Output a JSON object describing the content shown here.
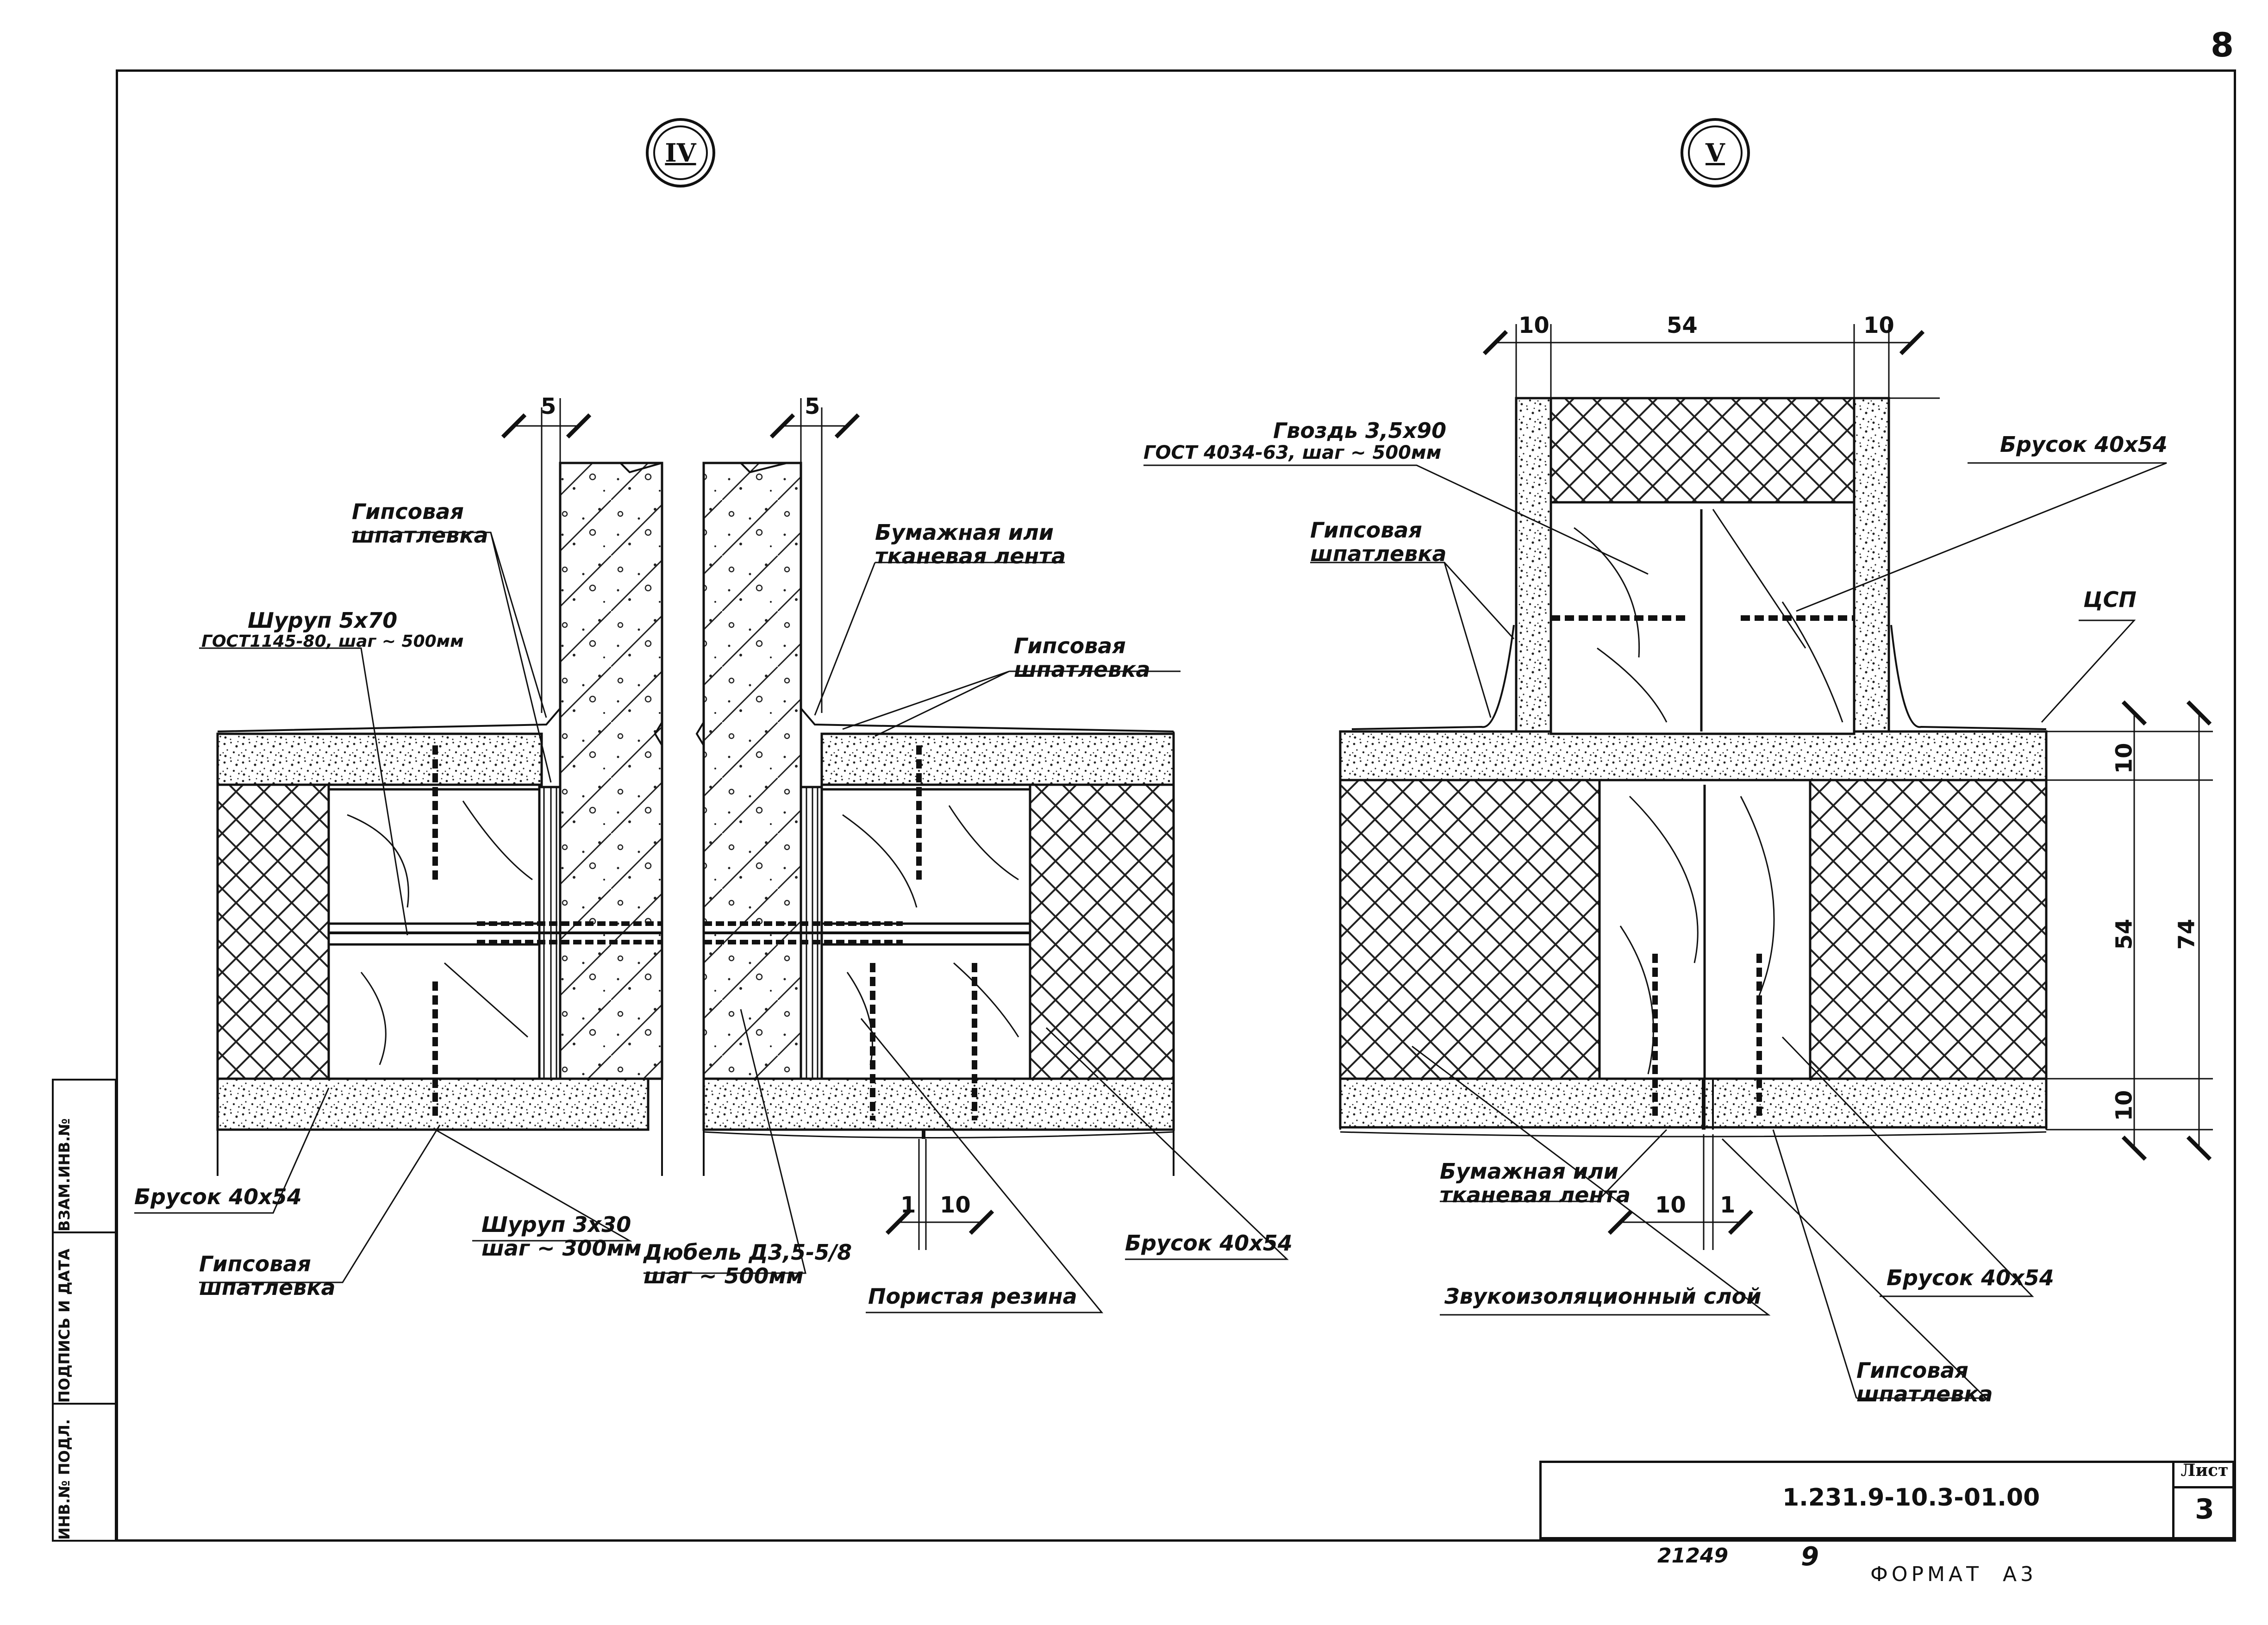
{
  "page_number": "8",
  "details": {
    "iv": {
      "marker": "IV"
    },
    "v": {
      "marker": "V"
    }
  },
  "labels": {
    "gips_left_top": [
      "Гипсовая",
      "шпатлевка"
    ],
    "shurup_570": [
      "Шуруп 5x70",
      "ГОСТ1145-80, шаг ~ 500мм"
    ],
    "brusok_left": "Брусок 40x54",
    "gips_left_bottom": [
      "Гипсовая",
      "шпатлевка"
    ],
    "shurup_330": [
      "Шуруп 3x30",
      "шаг ~ 300мм"
    ],
    "dubel": [
      "Дюбель Д3,5-5/8",
      "шаг ~ 500мм"
    ],
    "lenta_iv": [
      "Бумажная или",
      "тканевая лента"
    ],
    "gips_iv_right": [
      "Гипсовая",
      "шпатлевка"
    ],
    "porous_rubber": "Пористая резина",
    "brusok_iv_right": "Брусок 40x54",
    "gvozd": [
      "Гвоздь 3,5x90",
      "ГОСТ 4034-63, шаг ~ 500мм"
    ],
    "gips_v_top": [
      "Гипсовая",
      "шпатлевка"
    ],
    "brusok_v_top": "Брусок 40x54",
    "tssp": "ЦСП",
    "lenta_v": [
      "Бумажная или",
      "тканевая лента"
    ],
    "sound_layer": "Звукоизоляционный слой",
    "brusok_v_bottom": "Брусок 40x54",
    "gips_v_bottom": [
      "Гипсовая",
      "шпатлевка"
    ]
  },
  "dimensions": {
    "iv_gap_left": "5",
    "iv_gap_right": "5",
    "iv_bottom_1": "1",
    "iv_bottom_10": "10",
    "v_top_10_left": "10",
    "v_top_54": "54",
    "v_top_10_right": "10",
    "v_side_10_top": "10",
    "v_side_54": "54",
    "v_side_74": "74",
    "v_side_10_bottom": "10",
    "v_bottom_10": "10",
    "v_bottom_1": "1"
  },
  "side_stamp": {
    "cells": [
      "ИНВ.№ ПОДЛ.",
      "ПОДПИСЬ И ДАТА",
      "ВЗАМ.ИНВ.№"
    ]
  },
  "title_block": {
    "code": "1.231.9-10.3-01.00",
    "sheet_label": "Лист",
    "sheet_number": "3"
  },
  "footer": {
    "number": "21249",
    "copy": "9",
    "format": "ФОРМАТ  А3"
  }
}
